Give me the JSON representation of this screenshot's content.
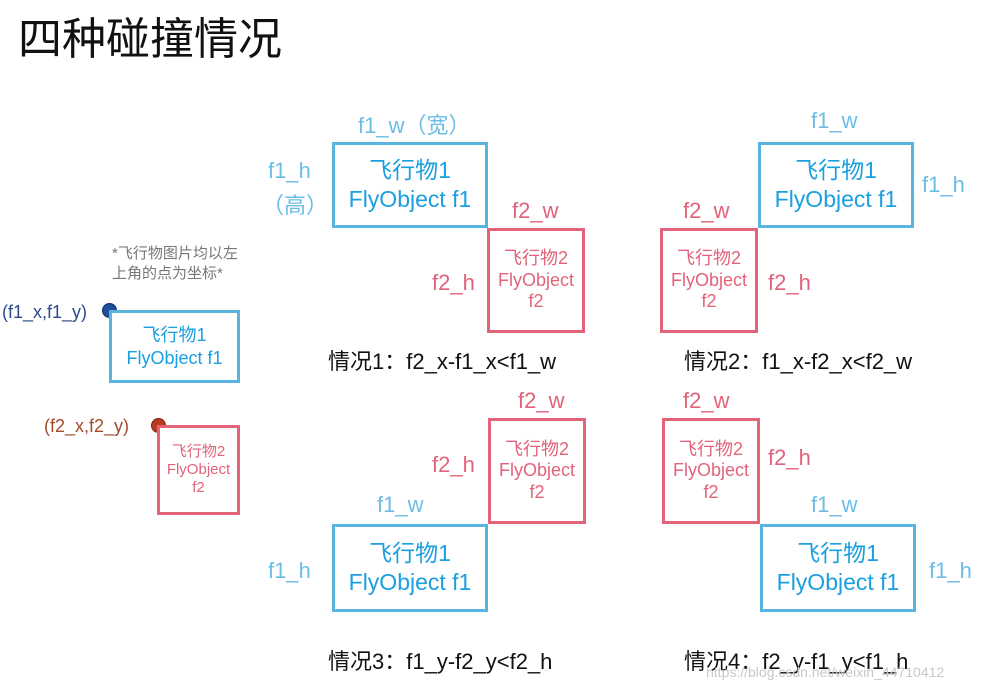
{
  "title": "四种碰撞情况",
  "labels": {
    "f1_name": "飞行物1",
    "f1_obj": "FlyObject f1",
    "f2_name": "飞行物2",
    "f2_obj1": "FlyObject",
    "f2_obj2": "f2",
    "f1_w_wide": "f1_w（宽）",
    "f1_w": "f1_w",
    "f1_h": "f1_h",
    "high": "（高）",
    "f2_w": "f2_w",
    "f2_h": "f2_h"
  },
  "legend": {
    "note_line1": "*飞行物图片均以左",
    "note_line2": "上角的点为坐标*",
    "f1_coord": "(f1_x,f1_y)",
    "f2_coord": "(f2_x,f2_y)"
  },
  "cases": {
    "case1": "情况1：f2_x-f1_x<f1_w",
    "case2": "情况2：f1_x-f2_x<f2_w",
    "case3": "情况3：f1_y-f2_y<f2_h",
    "case4": "情况4：f2_y-f1_y<f1_h"
  },
  "watermark": "https://blog.csdn.net/weixin_44710412",
  "colors": {
    "f1_border": "#5ab4e0",
    "f1_text": "#1a9fe0",
    "f2_border": "#e2637a",
    "f2_text": "#e2637a"
  }
}
